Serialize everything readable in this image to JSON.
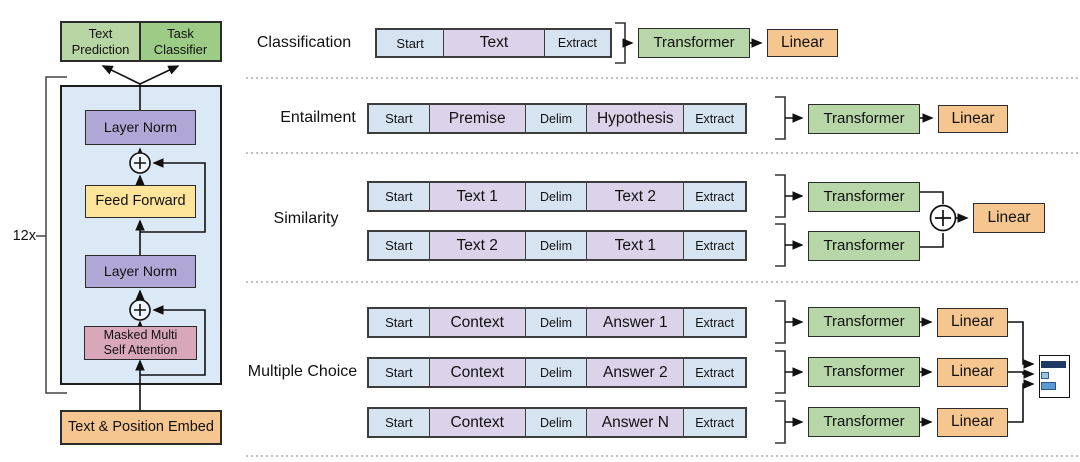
{
  "figure": "GPT transformer architecture and task input transformations",
  "colors": {
    "cell-blue": "#d6e3f1",
    "cell-purple": "#dad3e9",
    "green": "#b7d7a8",
    "green-light": "#b7d6a4",
    "green-dark": "#9ccc85",
    "orange": "#f6c690",
    "purple": "#b1a7d6",
    "yellow": "#ffe59b",
    "pink": "#d8a7ba",
    "block-bg": "#dbe8f6",
    "bar-dark": "#1f3864",
    "bar-light": "#9dc3e6",
    "bar-mid": "#5b9bd5"
  },
  "left": {
    "repeat_label": "12x",
    "text_prediction": "Text Prediction",
    "task_classifier": "Task Classifier",
    "layer_norm_top": "Layer Norm",
    "feed_forward": "Feed Forward",
    "layer_norm_bottom": "Layer Norm",
    "masked_attention": "Masked Multi Self Attention",
    "embed": "Text & Position Embed"
  },
  "rows": [
    {
      "label": "Classification",
      "seqs": [
        [
          "Start",
          "Text",
          "Extract"
        ]
      ],
      "transformer": "Transformer",
      "linear": "Linear"
    },
    {
      "label": "Entailment",
      "seqs": [
        [
          "Start",
          "Premise",
          "Delim",
          "Hypothesis",
          "Extract"
        ]
      ],
      "transformer": "Transformer",
      "linear": "Linear"
    },
    {
      "label": "Similarity",
      "seqs": [
        [
          "Start",
          "Text 1",
          "Delim",
          "Text 2",
          "Extract"
        ],
        [
          "Start",
          "Text 2",
          "Delim",
          "Text 1",
          "Extract"
        ]
      ],
      "transformer": "Transformer",
      "linear": "Linear"
    },
    {
      "label": "Multiple Choice",
      "seqs": [
        [
          "Start",
          "Context",
          "Delim",
          "Answer 1",
          "Extract"
        ],
        [
          "Start",
          "Context",
          "Delim",
          "Answer 2",
          "Extract"
        ],
        [
          "Start",
          "Context",
          "Delim",
          "Answer N",
          "Extract"
        ]
      ],
      "transformer": "Transformer",
      "linear": "Linear"
    }
  ]
}
